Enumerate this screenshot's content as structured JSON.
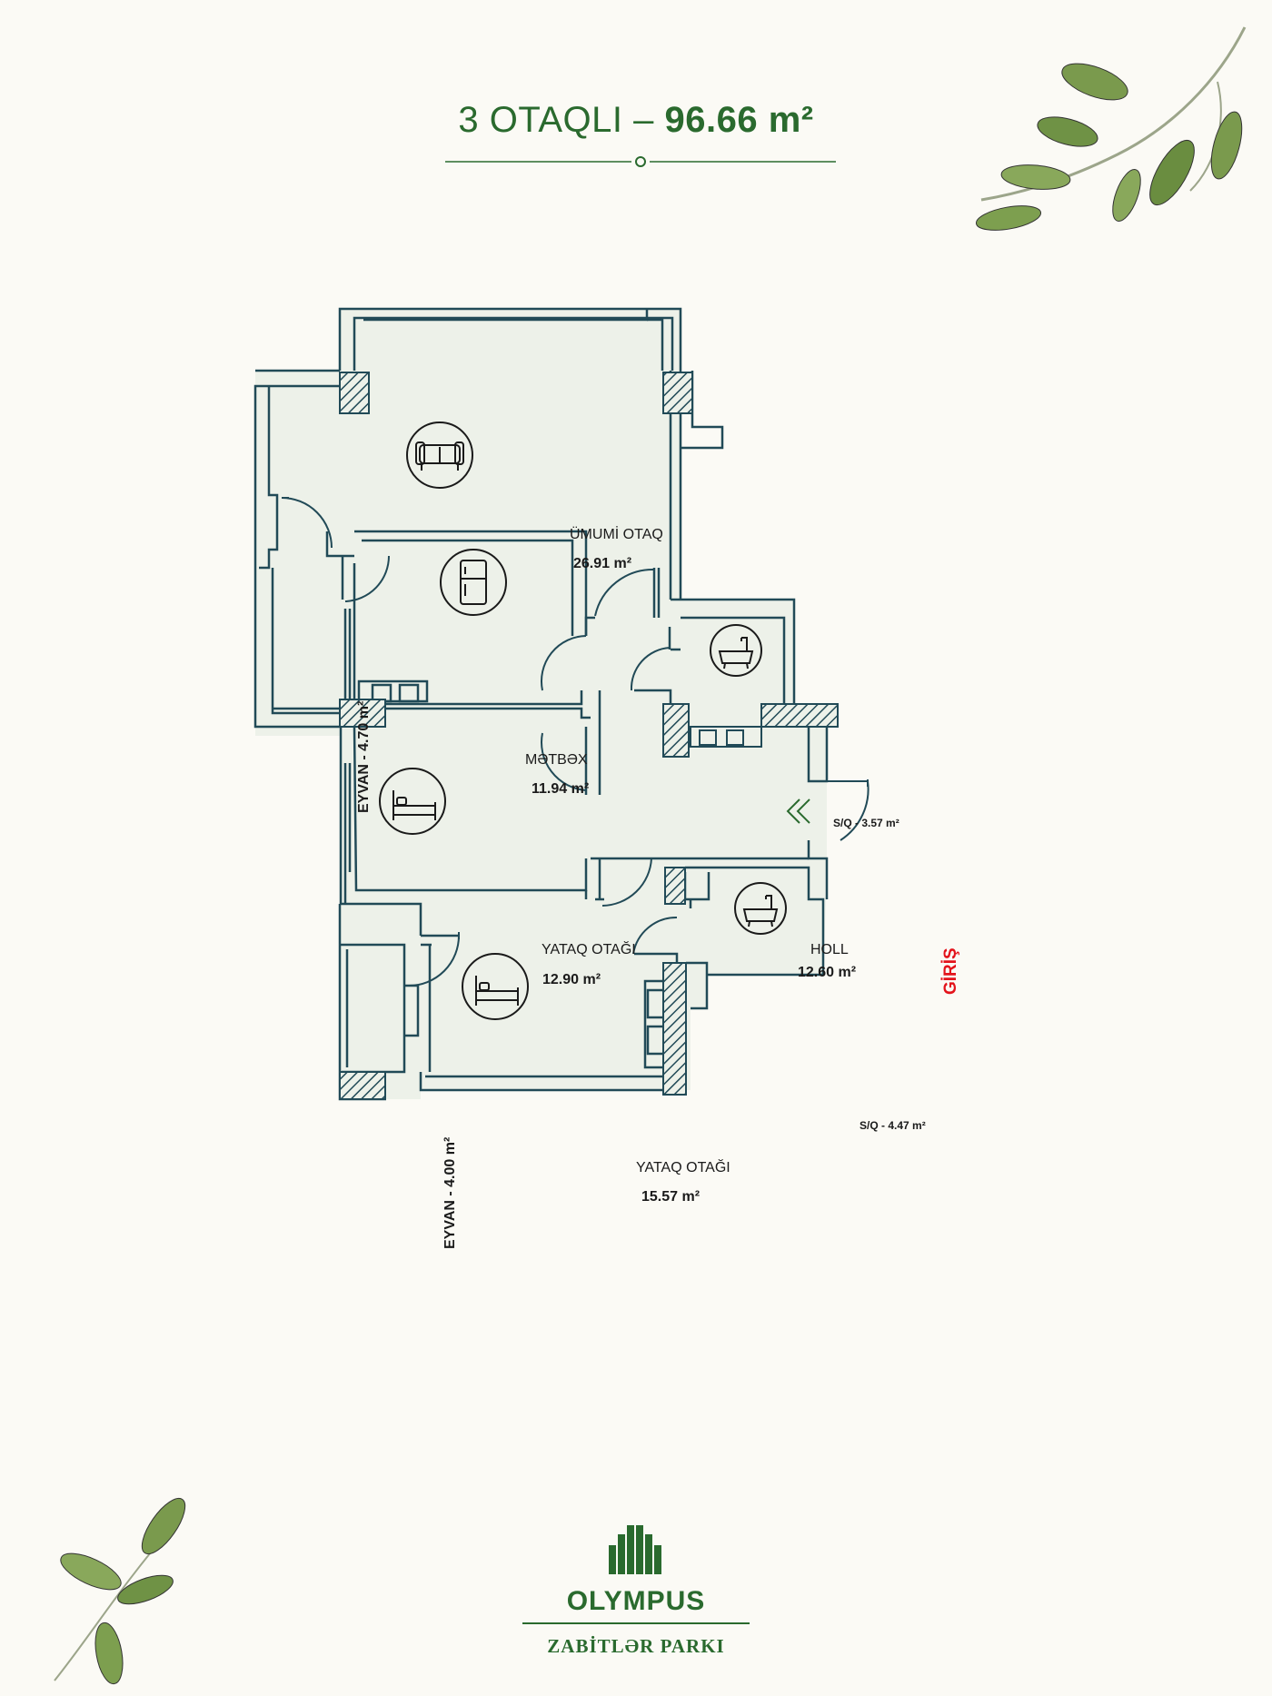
{
  "header": {
    "rooms_label": "3 OTAQLI",
    "separator": "–",
    "area": "96.66 m²"
  },
  "rooms": {
    "living": {
      "name": "ÜMUMİ OTAQ",
      "area": "26.91 m²",
      "icon": "sofa-icon"
    },
    "kitchen": {
      "name": "MƏTBƏX",
      "area": "11.94 m²",
      "icon": "fridge-icon"
    },
    "bathroom1": {
      "name": "S/Q - 3.57 m²",
      "icon": "bathtub-icon"
    },
    "bedroom1": {
      "name": "YATAQ OTAĞI",
      "area": "12.90 m²",
      "icon": "bed-icon"
    },
    "hall": {
      "name": "HOLL",
      "area": "12.60 m²"
    },
    "bathroom2": {
      "name": "S/Q - 4.47 m²",
      "icon": "bathtub-icon"
    },
    "bedroom2": {
      "name": "YATAQ OTAĞI",
      "area": "15.57 m²",
      "icon": "bed-icon"
    },
    "balcony1": {
      "name": "EYVAN - 4.70 m²"
    },
    "balcony2": {
      "name": "EYVAN - 4.00 m²"
    }
  },
  "entrance": {
    "label": "GİRİŞ",
    "color": "#e3131b"
  },
  "brand": {
    "name": "OLYMPUS",
    "project": "ZABİTLƏR PARKI",
    "color": "#2a6a2e"
  },
  "colors": {
    "wall": "#214a57",
    "floor": "#edf1e9",
    "accent": "#2a6a2e"
  }
}
